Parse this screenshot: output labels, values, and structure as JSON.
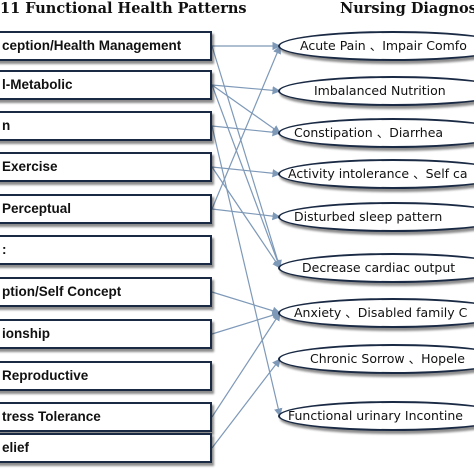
{
  "headings": {
    "left": "11 Functional Health Patterns",
    "right": "Nursing Diagnosis"
  },
  "patterns": [
    {
      "label": "ception/Health Management"
    },
    {
      "label": "l-Metabolic"
    },
    {
      "label": "n"
    },
    {
      "label": "Exercise"
    },
    {
      "label": "Perceptual"
    },
    {
      "label": ":"
    },
    {
      "label": "ption/Self Concept"
    },
    {
      "label": "ionship"
    },
    {
      "label": "Reproductive"
    },
    {
      "label": "tress Tolerance"
    },
    {
      "label": "elief"
    }
  ],
  "diagnoses": [
    {
      "label": "Acute Pain 、Impair Comfo"
    },
    {
      "label": "Imbalanced Nutrition"
    },
    {
      "label": "Constipation 、Diarrhea"
    },
    {
      "label": "Activity intolerance 、Self ca"
    },
    {
      "label": "Disturbed sleep pattern"
    },
    {
      "label": "Decrease cardiac output"
    },
    {
      "label": "Anxiety 、Disabled family C"
    },
    {
      "label": "Chronic Sorrow 、Hopele"
    },
    {
      "label": "Functional urinary Incontine"
    }
  ],
  "connections": [
    {
      "from": 0,
      "to": 0
    },
    {
      "from": 0,
      "to": 5
    },
    {
      "from": 1,
      "to": 1
    },
    {
      "from": 1,
      "to": 2
    },
    {
      "from": 1,
      "to": 5
    },
    {
      "from": 2,
      "to": 2
    },
    {
      "from": 2,
      "to": 8
    },
    {
      "from": 3,
      "to": 3
    },
    {
      "from": 3,
      "to": 5
    },
    {
      "from": 4,
      "to": 4
    },
    {
      "from": 4,
      "to": 0
    },
    {
      "from": 6,
      "to": 6
    },
    {
      "from": 7,
      "to": 6
    },
    {
      "from": 9,
      "to": 6
    },
    {
      "from": 10,
      "to": 7
    }
  ],
  "colors": {
    "border": "#1a2a44",
    "connector": "#7e99b8",
    "text": "#111111"
  }
}
